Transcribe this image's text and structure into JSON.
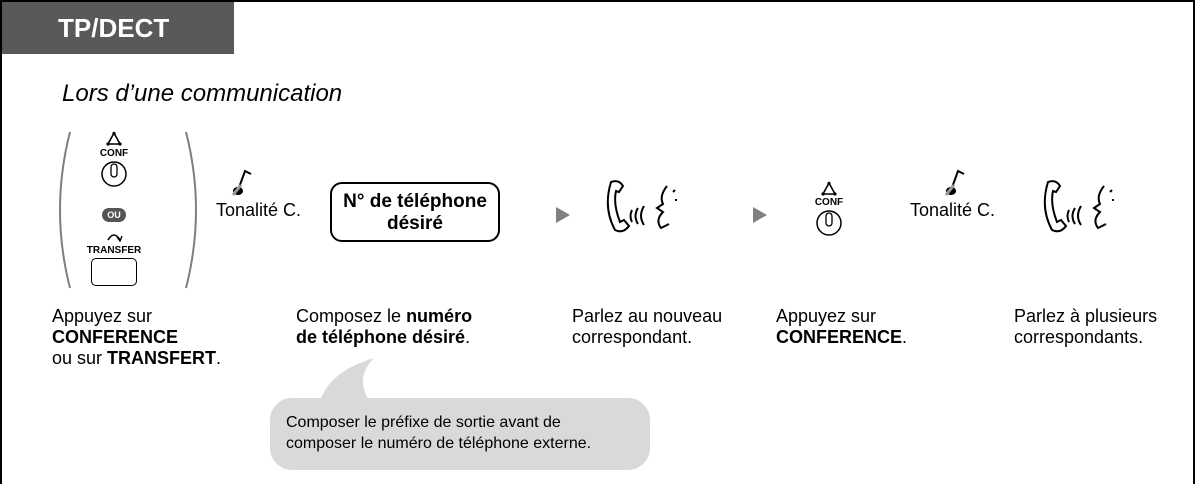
{
  "header": {
    "mode_tab": "TP/DECT"
  },
  "context": "Lors d’une communication",
  "keys": {
    "conf": "CONF",
    "ou": "OU",
    "transfer": "TRANSFER"
  },
  "tones": {
    "first": "Tonalité C.",
    "second": "Tonalité C."
  },
  "dial_box": {
    "line1": "N° de téléphone",
    "line2": "désiré"
  },
  "captions": {
    "step1": {
      "a": "Appuyez sur",
      "b": "CONFERENCE",
      "c": "ou sur ",
      "d": "TRANSFERT",
      "e": "."
    },
    "step2": {
      "a": "Composez le ",
      "b": "numéro",
      "c": "de téléphone désiré",
      "d": "."
    },
    "step3": {
      "a": "Parlez au nouveau",
      "b": "correspondant."
    },
    "step4": {
      "a": "Appuyez sur",
      "b": "CONFERENCE",
      "c": "."
    },
    "step5": {
      "a": "Parlez à plusieurs",
      "b": "correspondants."
    }
  },
  "hint": {
    "line1": "Composer le préfixe de sortie avant de",
    "line2": "composer le numéro de téléphone externe."
  },
  "colors": {
    "tab_bg": "#595959",
    "hint_bg": "#d9d9d9",
    "arrow": "#808080",
    "bracket": "#7f7f7f"
  }
}
